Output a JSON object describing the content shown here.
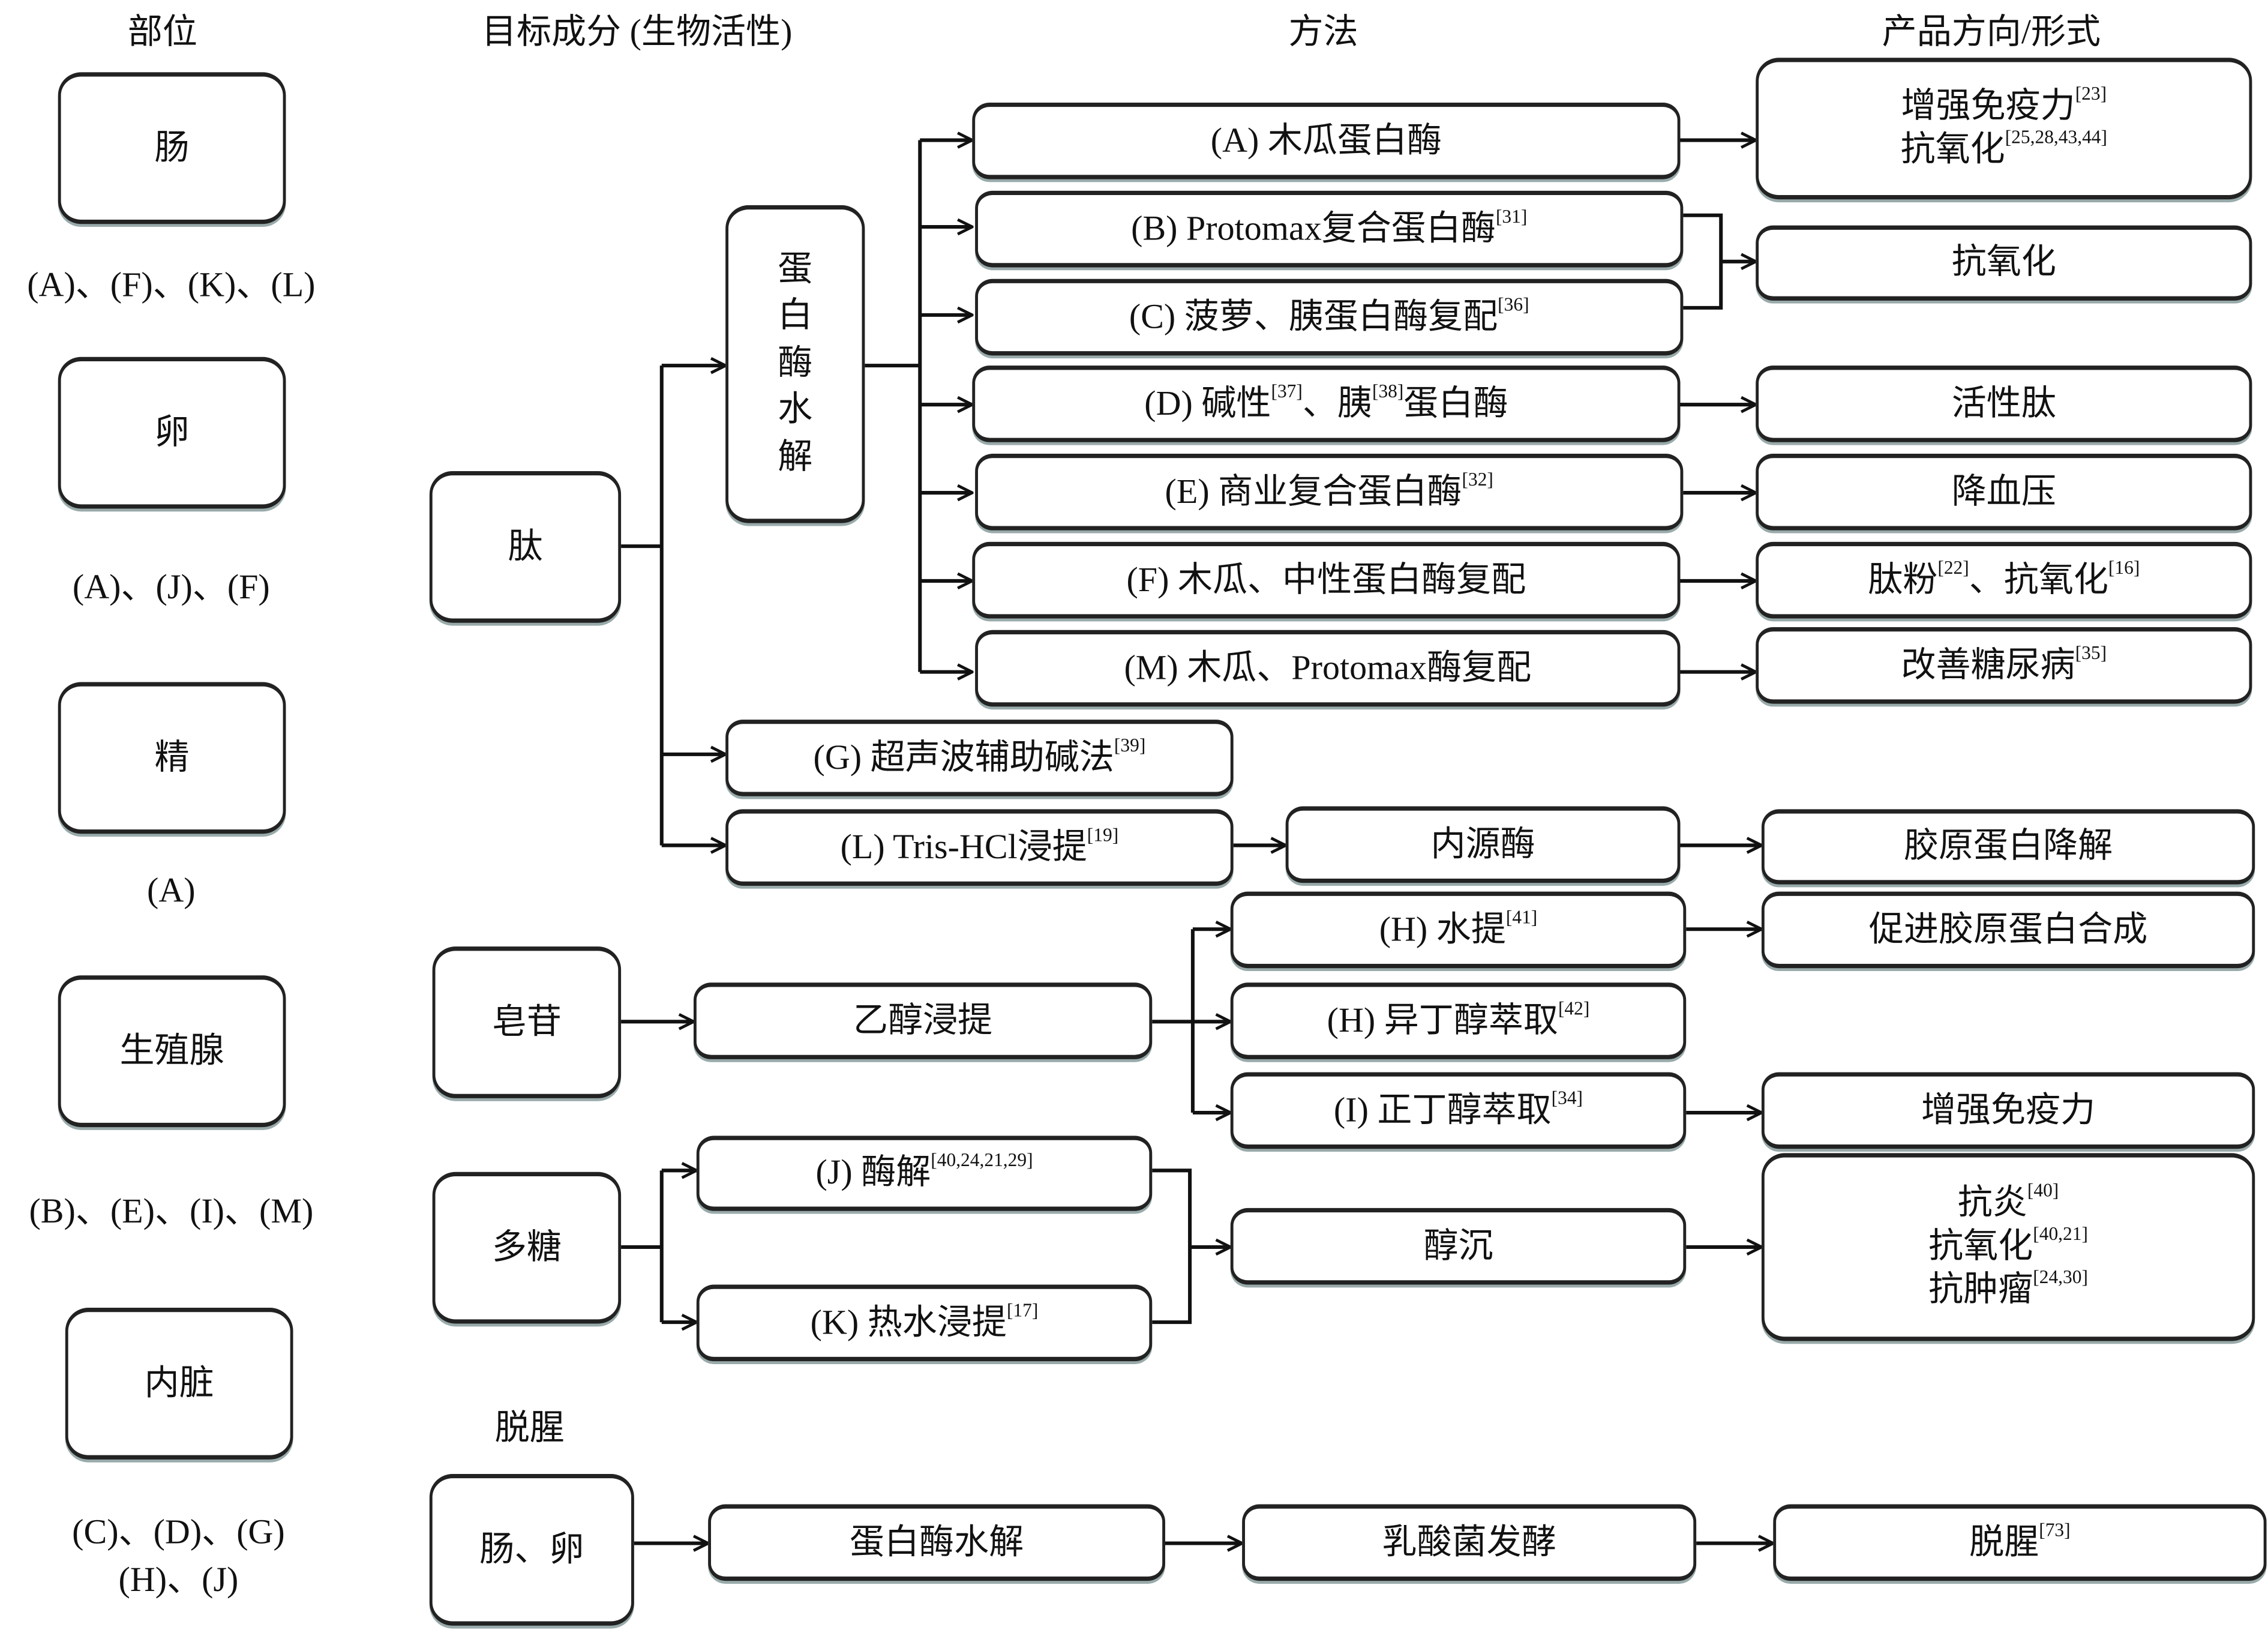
{
  "headers": {
    "part": "部位",
    "target": "目标成分 (生物活性)",
    "method": "方法",
    "product": "产品方向/形式"
  },
  "parts": [
    {
      "name": "肠",
      "codes": "(A)、(F)、(K)、(L)"
    },
    {
      "name": "卵",
      "codes": "(A)、(J)、(F)"
    },
    {
      "name": "精",
      "codes": "(A)"
    },
    {
      "name": "生殖腺",
      "codes": "(B)、(E)、(I)、(M)"
    },
    {
      "name": "内脏",
      "codes": "(C)、(D)、(G)",
      "codes2": "(H)、(J)"
    }
  ],
  "targets": {
    "peptide": "肽",
    "saponin": "皂苷",
    "polysaccharide": "多糖",
    "deodor_title": "脱腥",
    "deodor_source": "肠、卵"
  },
  "enzymolysis": [
    "蛋",
    "白",
    "酶",
    "水",
    "解"
  ],
  "methods": {
    "A": {
      "text": "(A) 木瓜蛋白酶",
      "ref": ""
    },
    "B": {
      "text": "(B) Protomax复合蛋白酶",
      "ref": "[31]"
    },
    "C": {
      "text": "(C) 菠萝、胰蛋白酶复配",
      "ref": "[36]"
    },
    "D": {
      "text1": "(D) 碱性",
      "ref1": "[37]",
      "text2": "、胰",
      "ref2": "[38]",
      "text3": "蛋白酶"
    },
    "E": {
      "text": "(E) 商业复合蛋白酶",
      "ref": "[32]"
    },
    "F": {
      "text": "(F) 木瓜、中性蛋白酶复配",
      "ref": ""
    },
    "M": {
      "text": "(M) 木瓜、Protomax酶复配",
      "ref": ""
    },
    "G": {
      "text": "(G) 超声波辅助碱法",
      "ref": "[39]"
    },
    "L": {
      "text": "(L) Tris-HCl浸提",
      "ref": "[19]"
    },
    "endo": "内源酶",
    "ethanol": "乙醇浸提",
    "H1": {
      "text": "(H) 水提",
      "ref": "[41]"
    },
    "H2": {
      "text": "(H) 异丁醇萃取",
      "ref": "[42]"
    },
    "I": {
      "text": "(I) 正丁醇萃取",
      "ref": "[34]"
    },
    "J": {
      "text": "(J) 酶解",
      "ref": "[40,24,21,29]"
    },
    "K": {
      "text": "(K) 热水浸提",
      "ref": "[17]"
    },
    "alcohol_ppt": "醇沉",
    "protease": "蛋白酶水解",
    "lactic": "乳酸菌发酵"
  },
  "products": {
    "p1a": {
      "text": "增强免疫力",
      "ref": "[23]"
    },
    "p1b": {
      "text": "抗氧化",
      "ref": "[25,28,43,44]"
    },
    "p2": "抗氧化",
    "p3": "活性肽",
    "p4": "降血压",
    "p5a": {
      "text": "肽粉",
      "ref": "[22]"
    },
    "p5b": {
      "text": "、抗氧化",
      "ref": "[16]"
    },
    "p6": {
      "text": "改善糖尿病",
      "ref": "[35]"
    },
    "p7": "胶原蛋白降解",
    "p8": "促进胶原蛋白合成",
    "p9": "增强免疫力",
    "p10a": {
      "text": "抗炎",
      "ref": "[40]"
    },
    "p10b": {
      "text": "抗氧化",
      "ref": "[40,21]"
    },
    "p10c": {
      "text": "抗肿瘤",
      "ref": "[24,30]"
    },
    "p11": {
      "text": "脱腥",
      "ref": "[73]"
    }
  }
}
